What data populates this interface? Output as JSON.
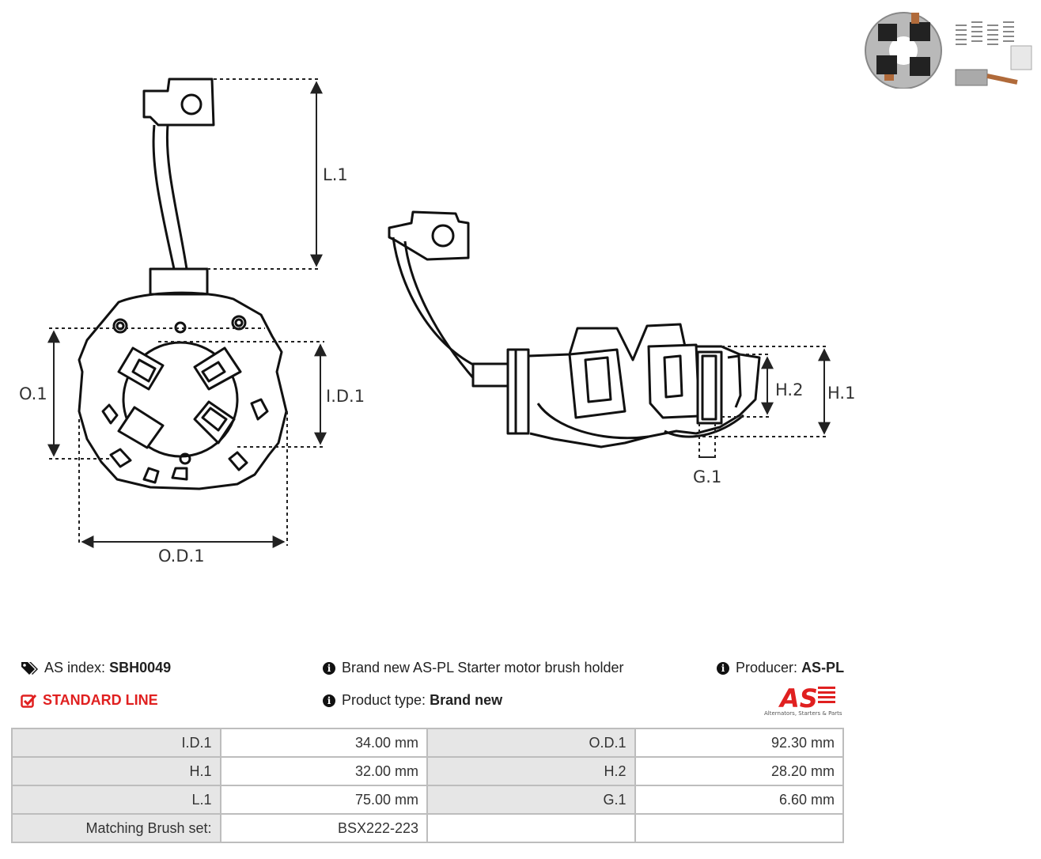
{
  "dimension_labels": {
    "l1": "L.1",
    "o1": "O.1",
    "id1": "I.D.1",
    "od1": "O.D.1",
    "h1": "H.1",
    "h2": "H.2",
    "g1": "G.1"
  },
  "info": {
    "as_index_label": "AS index:",
    "as_index_value": "SBH0049",
    "line": "STANDARD LINE",
    "description": "Brand new AS-PL Starter motor brush holder",
    "product_type_label": "Product type:",
    "product_type_value": "Brand new",
    "producer_label": "Producer:",
    "producer_value": "AS-PL"
  },
  "logo": {
    "mark": "AS",
    "tagline": "Alternators, Starters & Parts",
    "color": "#e02020"
  },
  "specs": {
    "rows": [
      [
        "I.D.1",
        "34.00 mm",
        "O.D.1",
        "92.30 mm"
      ],
      [
        "H.1",
        "32.00 mm",
        "H.2",
        "28.20 mm"
      ],
      [
        "L.1",
        "75.00 mm",
        "G.1",
        "6.60 mm"
      ],
      [
        "Matching Brush set:",
        "BSX222-223",
        "",
        ""
      ]
    ]
  },
  "icons": {
    "tag": "tags-icon",
    "check": "check-square-icon",
    "info": "info-circle-icon"
  }
}
